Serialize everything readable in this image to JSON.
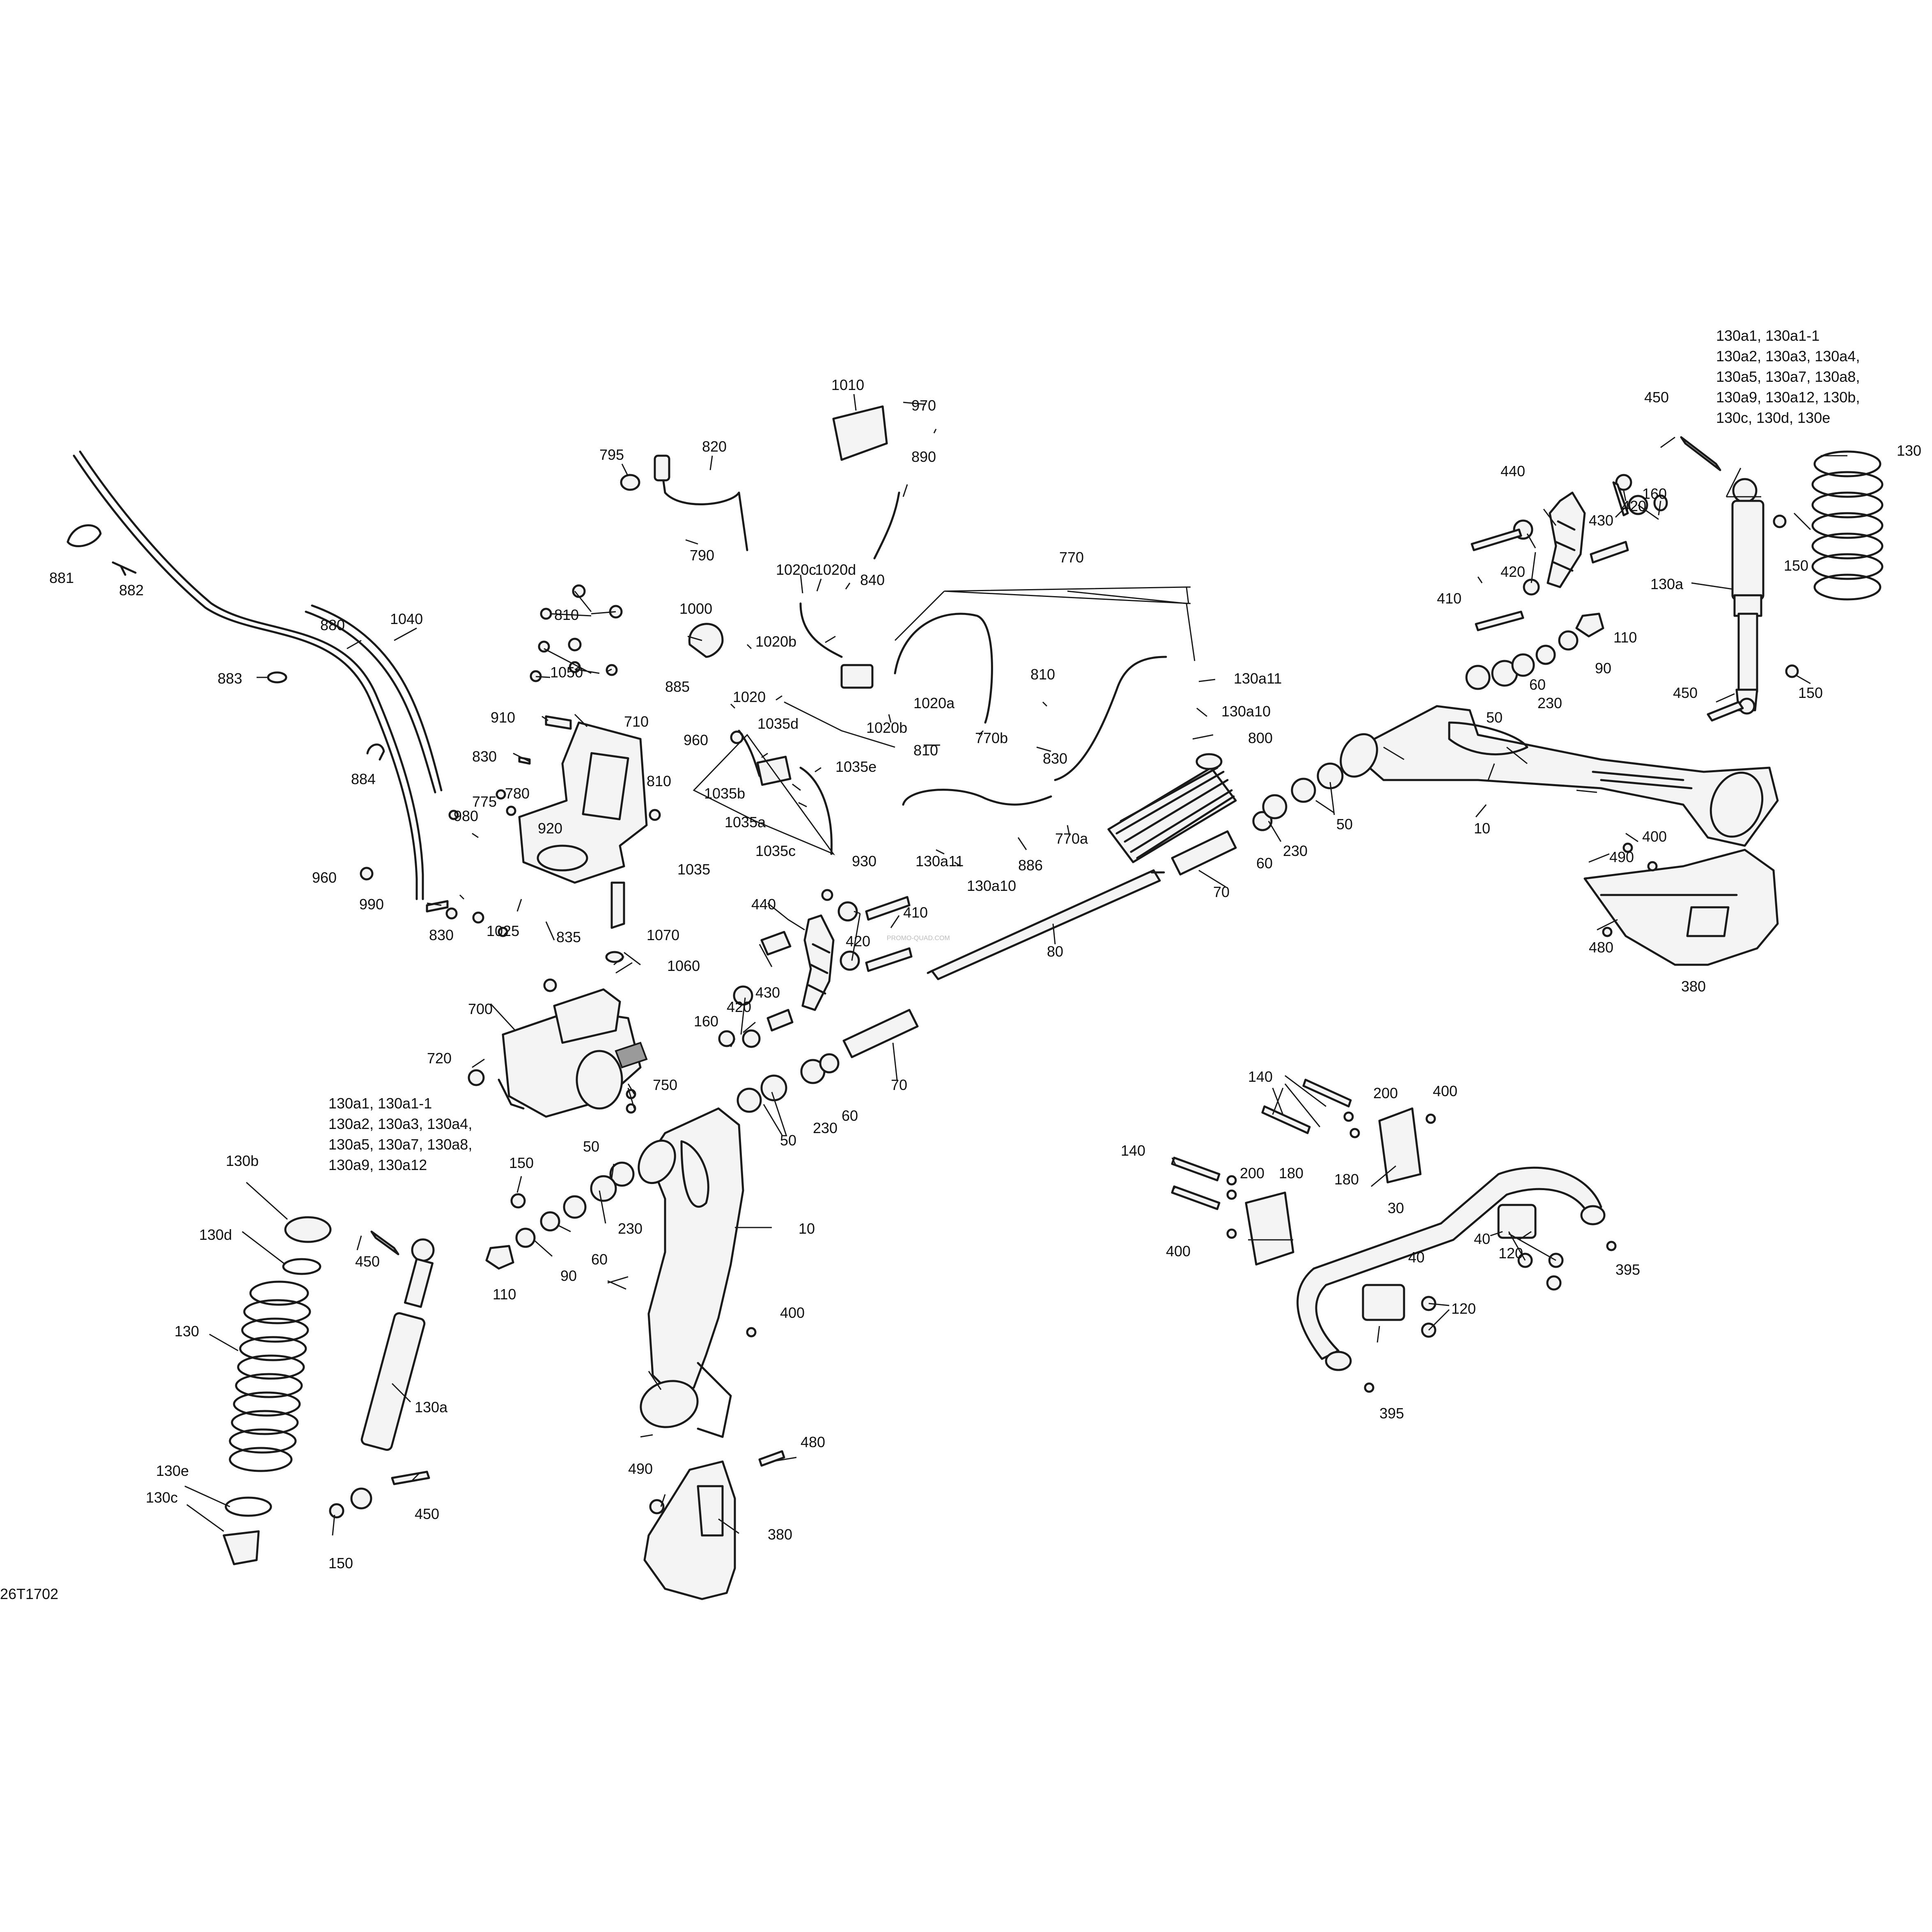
{
  "drawing_code": "26T1702",
  "watermark": "PROMO-QUAD.COM",
  "callouts": [
    {
      "id": "c-10-right",
      "text": "10"
    },
    {
      "id": "c-10-left",
      "text": "10"
    },
    {
      "id": "c-30",
      "text": "30"
    },
    {
      "id": "c-40-a",
      "text": "40"
    },
    {
      "id": "c-40-b",
      "text": "40"
    },
    {
      "id": "c-50-r1",
      "text": "50"
    },
    {
      "id": "c-50-r2",
      "text": "50"
    },
    {
      "id": "c-50-l1",
      "text": "50"
    },
    {
      "id": "c-50-l2",
      "text": "50"
    },
    {
      "id": "c-60-r1",
      "text": "60"
    },
    {
      "id": "c-60-r2",
      "text": "60"
    },
    {
      "id": "c-60-l1",
      "text": "60"
    },
    {
      "id": "c-60-l2",
      "text": "60"
    },
    {
      "id": "c-70-r",
      "text": "70"
    },
    {
      "id": "c-70-l",
      "text": "70"
    },
    {
      "id": "c-80",
      "text": "80"
    },
    {
      "id": "c-90-r",
      "text": "90"
    },
    {
      "id": "c-90-l",
      "text": "90"
    },
    {
      "id": "c-110-r",
      "text": "110"
    },
    {
      "id": "c-110-l",
      "text": "110"
    },
    {
      "id": "c-120-a",
      "text": "120"
    },
    {
      "id": "c-120-b",
      "text": "120"
    },
    {
      "id": "c-130-r",
      "text": "130"
    },
    {
      "id": "c-130-l",
      "text": "130"
    },
    {
      "id": "c-130a-r",
      "text": "130a"
    },
    {
      "id": "c-130a-l",
      "text": "130a"
    },
    {
      "id": "c-130b",
      "text": "130b"
    },
    {
      "id": "c-130c",
      "text": "130c"
    },
    {
      "id": "c-130d",
      "text": "130d"
    },
    {
      "id": "c-130e",
      "text": "130e"
    },
    {
      "id": "c-130a10-a",
      "text": "130a10"
    },
    {
      "id": "c-130a10-b",
      "text": "130a10"
    },
    {
      "id": "c-130a11-a",
      "text": "130a11"
    },
    {
      "id": "c-130a11-b",
      "text": "130a11"
    },
    {
      "id": "c-140-a",
      "text": "140"
    },
    {
      "id": "c-140-b",
      "text": "140"
    },
    {
      "id": "c-150-r1",
      "text": "150"
    },
    {
      "id": "c-150-r2",
      "text": "150"
    },
    {
      "id": "c-150-l1",
      "text": "150"
    },
    {
      "id": "c-150-l2",
      "text": "150"
    },
    {
      "id": "c-160-r",
      "text": "160"
    },
    {
      "id": "c-160-l",
      "text": "160"
    },
    {
      "id": "c-180-a",
      "text": "180"
    },
    {
      "id": "c-180-b",
      "text": "180"
    },
    {
      "id": "c-200-a",
      "text": "200"
    },
    {
      "id": "c-200-b",
      "text": "200"
    },
    {
      "id": "c-230-r1",
      "text": "230"
    },
    {
      "id": "c-230-r2",
      "text": "230"
    },
    {
      "id": "c-230-l1",
      "text": "230"
    },
    {
      "id": "c-230-l2",
      "text": "230"
    },
    {
      "id": "c-380-r",
      "text": "380"
    },
    {
      "id": "c-380-l",
      "text": "380"
    },
    {
      "id": "c-395-a",
      "text": "395"
    },
    {
      "id": "c-395-b",
      "text": "395"
    },
    {
      "id": "c-400-r",
      "text": "400"
    },
    {
      "id": "c-400-l",
      "text": "400"
    },
    {
      "id": "c-400-a",
      "text": "400"
    },
    {
      "id": "c-400-b",
      "text": "400"
    },
    {
      "id": "c-410-r",
      "text": "410"
    },
    {
      "id": "c-410-l",
      "text": "410"
    },
    {
      "id": "c-420-r1",
      "text": "420"
    },
    {
      "id": "c-420-r2",
      "text": "420"
    },
    {
      "id": "c-420-l1",
      "text": "420"
    },
    {
      "id": "c-420-l2",
      "text": "420"
    },
    {
      "id": "c-430-r",
      "text": "430"
    },
    {
      "id": "c-430-l",
      "text": "430"
    },
    {
      "id": "c-440-r",
      "text": "440"
    },
    {
      "id": "c-440-l",
      "text": "440"
    },
    {
      "id": "c-450-r1",
      "text": "450"
    },
    {
      "id": "c-450-r2",
      "text": "450"
    },
    {
      "id": "c-450-l1",
      "text": "450"
    },
    {
      "id": "c-450-l2",
      "text": "450"
    },
    {
      "id": "c-480-r",
      "text": "480"
    },
    {
      "id": "c-480-l",
      "text": "480"
    },
    {
      "id": "c-490-r",
      "text": "490"
    },
    {
      "id": "c-490-l",
      "text": "490"
    },
    {
      "id": "c-700",
      "text": "700"
    },
    {
      "id": "c-710",
      "text": "710"
    },
    {
      "id": "c-720",
      "text": "720"
    },
    {
      "id": "c-750",
      "text": "750"
    },
    {
      "id": "c-770",
      "text": "770"
    },
    {
      "id": "c-770a",
      "text": "770a"
    },
    {
      "id": "c-770b",
      "text": "770b"
    },
    {
      "id": "c-775",
      "text": "775"
    },
    {
      "id": "c-780",
      "text": "780"
    },
    {
      "id": "c-790",
      "text": "790"
    },
    {
      "id": "c-795",
      "text": "795"
    },
    {
      "id": "c-800",
      "text": "800"
    },
    {
      "id": "c-810-a",
      "text": "810"
    },
    {
      "id": "c-810-b",
      "text": "810"
    },
    {
      "id": "c-810-c",
      "text": "810"
    },
    {
      "id": "c-810-d",
      "text": "810"
    },
    {
      "id": "c-820",
      "text": "820"
    },
    {
      "id": "c-830-a",
      "text": "830"
    },
    {
      "id": "c-830-b",
      "text": "830"
    },
    {
      "id": "c-830-c",
      "text": "830"
    },
    {
      "id": "c-835",
      "text": "835"
    },
    {
      "id": "c-840",
      "text": "840"
    },
    {
      "id": "c-880",
      "text": "880"
    },
    {
      "id": "c-881",
      "text": "881"
    },
    {
      "id": "c-882",
      "text": "882"
    },
    {
      "id": "c-883",
      "text": "883"
    },
    {
      "id": "c-884",
      "text": "884"
    },
    {
      "id": "c-885",
      "text": "885"
    },
    {
      "id": "c-886",
      "text": "886"
    },
    {
      "id": "c-890",
      "text": "890"
    },
    {
      "id": "c-910",
      "text": "910"
    },
    {
      "id": "c-920",
      "text": "920"
    },
    {
      "id": "c-930",
      "text": "930"
    },
    {
      "id": "c-960-a",
      "text": "960"
    },
    {
      "id": "c-960-b",
      "text": "960"
    },
    {
      "id": "c-970",
      "text": "970"
    },
    {
      "id": "c-980",
      "text": "980"
    },
    {
      "id": "c-990",
      "text": "990"
    },
    {
      "id": "c-1000",
      "text": "1000"
    },
    {
      "id": "c-1010",
      "text": "1010"
    },
    {
      "id": "c-1020",
      "text": "1020"
    },
    {
      "id": "c-1020a",
      "text": "1020a"
    },
    {
      "id": "c-1020b-a",
      "text": "1020b"
    },
    {
      "id": "c-1020b-b",
      "text": "1020b"
    },
    {
      "id": "c-1020c",
      "text": "1020c"
    },
    {
      "id": "c-1020d",
      "text": "1020d"
    },
    {
      "id": "c-1025",
      "text": "1025"
    },
    {
      "id": "c-1035",
      "text": "1035"
    },
    {
      "id": "c-1035a",
      "text": "1035a"
    },
    {
      "id": "c-1035b",
      "text": "1035b"
    },
    {
      "id": "c-1035c",
      "text": "1035c"
    },
    {
      "id": "c-1035d",
      "text": "1035d"
    },
    {
      "id": "c-1035e",
      "text": "1035e"
    },
    {
      "id": "c-1040",
      "text": "1040"
    },
    {
      "id": "c-1050",
      "text": "1050"
    },
    {
      "id": "c-1060",
      "text": "1060"
    },
    {
      "id": "c-1070",
      "text": "1070"
    }
  ],
  "kit_lists": {
    "right_shock": [
      "130a1, 130a1-1",
      "130a2, 130a3, 130a4,",
      "130a5, 130a7, 130a8,",
      "130a9, 130a12, 130b,",
      "130c, 130d, 130e"
    ],
    "left_shock": [
      "130a1, 130a1-1",
      "130a2, 130a3, 130a4,",
      "130a5, 130a7, 130a8,",
      "130a9, 130a12"
    ]
  }
}
